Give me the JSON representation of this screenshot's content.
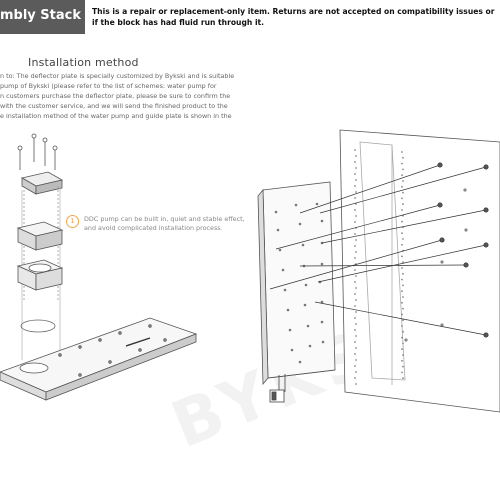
{
  "header": {
    "title": "mbly Stack",
    "notice": "This is a repair or replacement-only item. Returns are not accepted on compatibility issues or if the block has had fluid run through it."
  },
  "installation": {
    "title": "Installation method",
    "description": "n to:  The deflector plate is specially customized by Bykski and is suitable\n  pump of Bykski (please refer to the list of schemes: water pump for\nn customers purchase the deflector plate, please be sure to confirm the\n with the customer service, and we will send the finished product to the\ne installation method of the water pump and guide plate is shown in the"
  },
  "note": {
    "number": "1",
    "text": "DDC pump can be built in, quiet and stable effect, and avoid complicated installation process."
  },
  "watermark": {
    "text": "BYKSKI.US"
  },
  "colors": {
    "header_bg": "#5b5b5b",
    "accent": "#f2a54a",
    "line": "#777777"
  }
}
